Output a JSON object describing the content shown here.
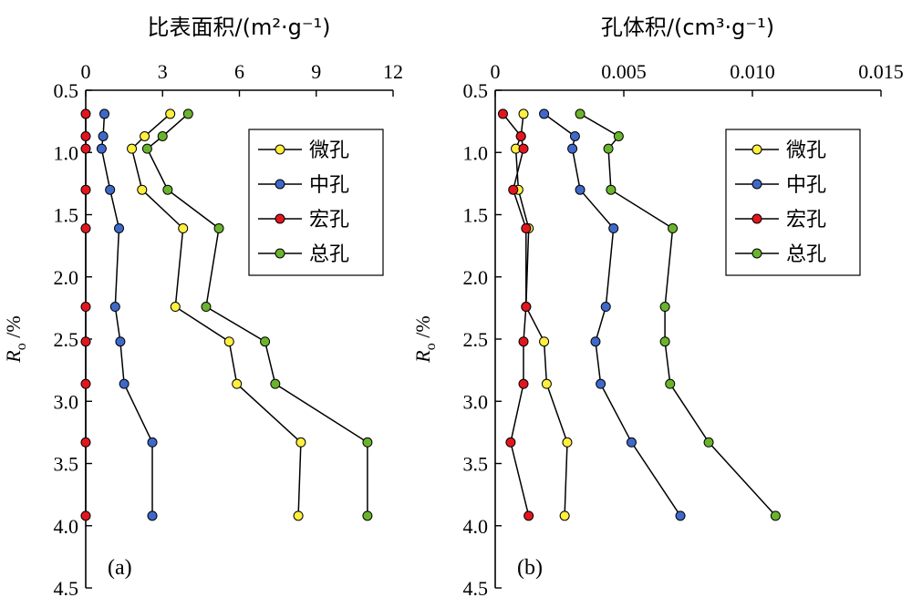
{
  "chart_data": [
    {
      "type": "line",
      "panel_label": "(a)",
      "title": "比表面积/(m²·g⁻¹)",
      "xlabel_pos": "top",
      "ylabel": "R",
      "ylabel_sub": "o",
      "ylabel_suffix": " /%",
      "xlim": [
        0,
        12
      ],
      "ylim": [
        0.5,
        4.5
      ],
      "y_inverted": true,
      "xticks": [
        0,
        3,
        6,
        9,
        12
      ],
      "xtick_labels": [
        "0",
        "3",
        "6",
        "9",
        "12"
      ],
      "yticks": [
        0.5,
        1.0,
        1.5,
        2.0,
        2.5,
        3.0,
        3.5,
        4.0,
        4.5
      ],
      "ytick_labels": [
        "0.5",
        "1.0",
        "1.5",
        "2.0",
        "2.5",
        "3.0",
        "3.5",
        "4.0",
        "4.5"
      ],
      "grid": false,
      "legend_position": "top-right",
      "y": [
        0.69,
        0.87,
        0.97,
        1.3,
        1.61,
        2.24,
        2.52,
        2.86,
        3.33,
        3.92
      ],
      "series": [
        {
          "name": "微孔",
          "color": "#ffef3f",
          "values": [
            3.3,
            2.3,
            1.8,
            2.2,
            3.8,
            3.5,
            5.6,
            5.9,
            8.4,
            8.3
          ]
        },
        {
          "name": "中孔",
          "color": "#3f69c9",
          "values": [
            0.73,
            0.68,
            0.62,
            0.95,
            1.3,
            1.15,
            1.35,
            1.5,
            2.6,
            2.6
          ]
        },
        {
          "name": "宏孔",
          "color": "#e3161f",
          "values": [
            0.0,
            0.0,
            0.0,
            0.0,
            0.0,
            0.0,
            0.0,
            0.0,
            0.0,
            0.0
          ]
        },
        {
          "name": "总孔",
          "color": "#6ab42d",
          "values": [
            4.0,
            3.0,
            2.4,
            3.2,
            5.2,
            4.7,
            7.0,
            7.4,
            11.0,
            11.0
          ]
        }
      ]
    },
    {
      "type": "line",
      "panel_label": "(b)",
      "title": "孔体积/(cm³·g⁻¹)",
      "xlabel_pos": "top",
      "ylabel": "R",
      "ylabel_sub": "o",
      "ylabel_suffix": " /%",
      "xlim": [
        0,
        0.015
      ],
      "ylim": [
        0.5,
        4.5
      ],
      "y_inverted": true,
      "xticks": [
        0,
        0.005,
        0.01,
        0.015
      ],
      "xtick_labels": [
        "0",
        "0.005",
        "0.010",
        "0.015"
      ],
      "yticks": [
        0.5,
        1.0,
        1.5,
        2.0,
        2.5,
        3.0,
        3.5,
        4.0,
        4.5
      ],
      "ytick_labels": [
        "0.5",
        "1.0",
        "1.5",
        "2.0",
        "2.5",
        "3.0",
        "3.5",
        "4.0",
        "4.5"
      ],
      "grid": false,
      "legend_position": "top-right",
      "y": [
        0.69,
        0.87,
        0.97,
        1.3,
        1.61,
        2.24,
        2.52,
        2.86,
        3.33,
        3.92
      ],
      "series": [
        {
          "name": "微孔",
          "color": "#ffef3f",
          "values": [
            0.0011,
            0.001,
            0.0008,
            0.0009,
            0.0013,
            0.0012,
            0.0019,
            0.002,
            0.0028,
            0.0027
          ]
        },
        {
          "name": "中孔",
          "color": "#3f69c9",
          "values": [
            0.0019,
            0.0031,
            0.003,
            0.0033,
            0.0046,
            0.0043,
            0.0039,
            0.0041,
            0.0053,
            0.0072
          ]
        },
        {
          "name": "宏孔",
          "color": "#e3161f",
          "values": [
            0.0003,
            0.001,
            0.0011,
            0.0007,
            0.0012,
            0.0012,
            0.0011,
            0.0011,
            0.0006,
            0.0013
          ]
        },
        {
          "name": "总孔",
          "color": "#6ab42d",
          "values": [
            0.0033,
            0.0048,
            0.0044,
            0.0045,
            0.0069,
            0.0066,
            0.0066,
            0.0068,
            0.0083,
            0.0109
          ]
        }
      ]
    }
  ]
}
